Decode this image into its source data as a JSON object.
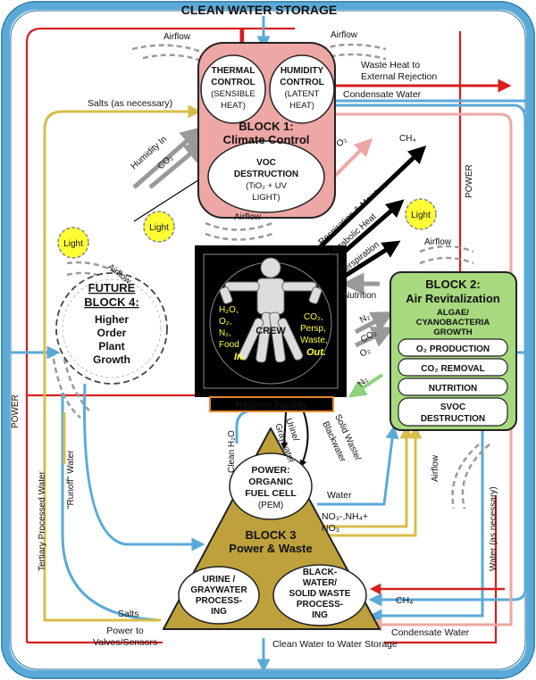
{
  "title": "CLEAN WATER STORAGE",
  "colors": {
    "water_blue": "#5aaad8",
    "power_red": "#d81e1e",
    "salts_yellow": "#d8bd4a",
    "gas_gray": "#999999",
    "block1_fill": "#eda7a4",
    "block2_fill": "#a7d97f",
    "block3_fill": "#bea13c",
    "crew_panel": "#000000"
  },
  "block1": {
    "title": "BLOCK 1:",
    "subtitle": "Climate Control",
    "thermal": [
      "THERMAL",
      "CONTROL",
      "(SENSIBLE",
      "HEAT)"
    ],
    "humidity": [
      "HUMIDITY",
      "CONTROL",
      "(LATENT",
      "HEAT)"
    ],
    "voc": [
      "VOC",
      "DESTRUCTION",
      "(TiO₂ + UV",
      "LIGHT)"
    ]
  },
  "block2": {
    "title": "BLOCK 2:",
    "subtitle": "Air Revitalization",
    "algae": [
      "ALGAE/",
      "CYANOBACTERIA",
      "GROWTH"
    ],
    "items": [
      "O₂ PRODUCTION",
      "CO₂ REMOVAL",
      "NUTRITION",
      "SVOC",
      "DESTRUCTION"
    ]
  },
  "block3": {
    "title": "BLOCK 3",
    "subtitle": "Power & Waste",
    "power": [
      "POWER:",
      "ORGANIC",
      "FUEL CELL",
      "(PEM)"
    ],
    "urine": [
      "URINE /",
      "GRAYWATER",
      "PROCESS-",
      "ING"
    ],
    "black": [
      "BLACK-",
      "WATER/",
      "SOLID WASTE",
      "PROCESS-",
      "ING"
    ]
  },
  "block4": {
    "title": [
      "FUTURE",
      "BLOCK 4:"
    ],
    "body": [
      "Higher",
      "Order",
      "Plant",
      "Growth"
    ]
  },
  "crew": {
    "label": "CREW",
    "in_items": [
      "H₂O,",
      "O₂,",
      "N₂,",
      "Food"
    ],
    "in_label": "In.",
    "out_items": [
      "CO₂,",
      "Persp,",
      "Waste,"
    ],
    "out_label": "Out.",
    "hygiene": "Hygiene Facility"
  },
  "labels": {
    "airflow": "Airflow",
    "light": "Light",
    "waste_heat": [
      "Waste Heat to",
      "External Rejection"
    ],
    "condensate_water": "Condensate Water",
    "salts_necessary": "Salts (as necessary)",
    "humidity_in": "Humidity In",
    "co2": "CO₂",
    "o2": "O₂",
    "ch4": "CH₄",
    "power": "POWER",
    "respiration": "Respiration & Moisture",
    "metabolic": "Metabolic Heat",
    "perspiration": "Perspiration",
    "nutrition": "Nutrition",
    "n2": "N₂",
    "tertiary": "Tertiary Processed Water",
    "runoff": "\"Runoff\" Water",
    "clean_h2o": "Clean H₂O",
    "urine_graywater": [
      "Urine/",
      "Graywater"
    ],
    "solid_blackwater": [
      "Solid Waste/",
      "Blackwater"
    ],
    "water": "Water",
    "no3_nh4": "NO₃-,NH₄+",
    "no3": "NO₃",
    "water_necessary": "Water (as necessary)",
    "salts": "Salts",
    "power_valves": [
      "Power to",
      "Valves/Sensors"
    ],
    "clean_to_storage": "Clean Water to Water Storage"
  }
}
